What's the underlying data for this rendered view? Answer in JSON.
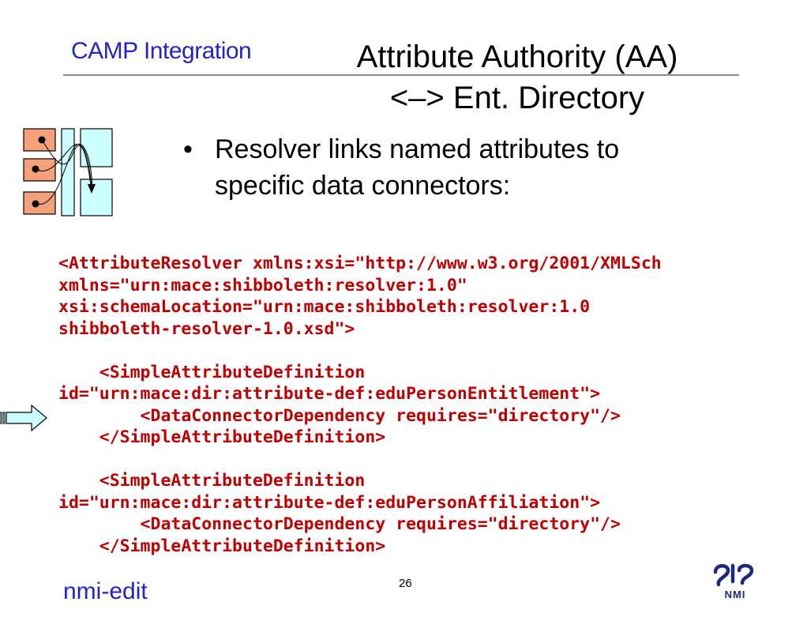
{
  "header": {
    "brand": "CAMP Integration",
    "title_line1": "Attribute Authority (AA)",
    "title_line2": "<–> Ent. Directory"
  },
  "bullet": {
    "marker": "•",
    "text": "Resolver links named attributes to specific data connectors:"
  },
  "code": {
    "lines": [
      "<AttributeResolver xmlns:xsi=\"http://www.w3.org/2001/XMLSch",
      "xmlns=\"urn:mace:shibboleth:resolver:1.0\"",
      "xsi:schemaLocation=\"urn:mace:shibboleth:resolver:1.0",
      "shibboleth-resolver-1.0.xsd\">",
      "",
      "    <SimpleAttributeDefinition",
      "id=\"urn:mace:dir:attribute-def:eduPersonEntitlement\">",
      "        <DataConnectorDependency requires=\"directory\"/>",
      "    </SimpleAttributeDefinition>",
      "",
      "    <SimpleAttributeDefinition",
      "id=\"urn:mace:dir:attribute-def:eduPersonAffiliation\">",
      "        <DataConnectorDependency requires=\"directory\"/>",
      "    </SimpleAttributeDefinition>"
    ]
  },
  "footer": {
    "left": "nmi-edit",
    "page_number": "26",
    "logo_text": "NMI"
  },
  "colors": {
    "brand_blue": "#2323c8",
    "code_red": "#c00000",
    "box_orange": "#f4a07a",
    "box_cyan": "#ccffff",
    "arrow_fill": "#ccffff"
  }
}
